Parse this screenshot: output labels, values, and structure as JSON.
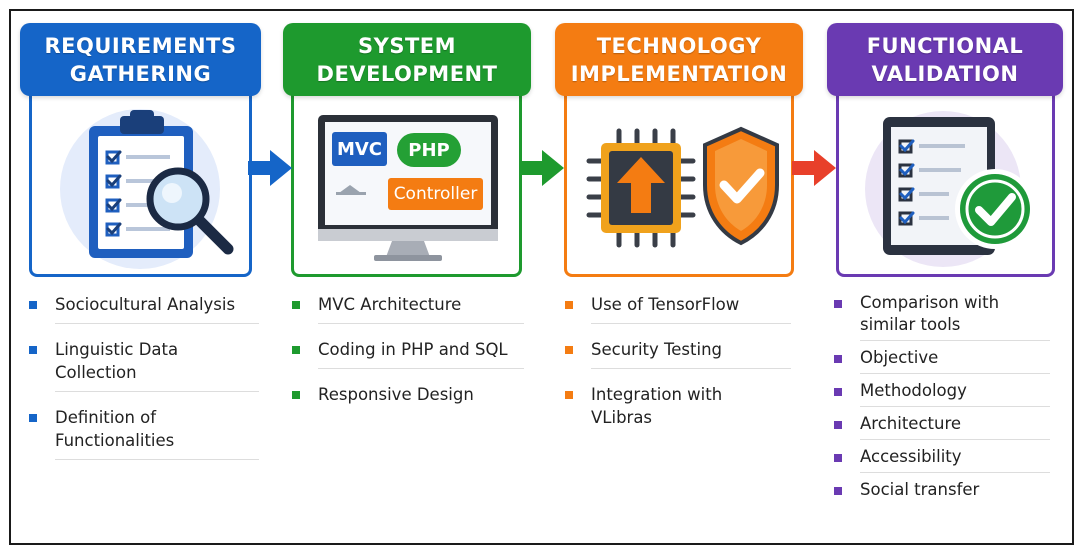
{
  "stages": [
    {
      "title_lines": [
        "REQUIREMENTS",
        "GATHERING"
      ],
      "color": "#1565c8",
      "items": [
        "Sociocultural Analysis",
        "Linguistic Data Collection",
        "Definition of Functionalities"
      ],
      "icon": "clipboard-magnifier-icon"
    },
    {
      "title_lines": [
        "SYSTEM",
        "DEVELOPMENT"
      ],
      "color": "#1e9a2e",
      "items": [
        "MVC Architecture",
        "Coding in PHP and SQL",
        "Responsive Design"
      ],
      "icon": "monitor-icon",
      "monitor_tags": [
        "MVC",
        "PHP",
        "Controller"
      ]
    },
    {
      "title_lines": [
        "TECHNOLOGY",
        "IMPLEMENTATION"
      ],
      "color": "#f47c12",
      "items": [
        "Use of TensorFlow",
        "Security Testing",
        "Integration with VLibras"
      ],
      "icon": "chip-shield-icon"
    },
    {
      "title_lines": [
        "FUNCTIONAL",
        "VALIDATION"
      ],
      "color": "#6a3ab2",
      "items": [
        "Comparison with similar tools",
        "Objective",
        "Methodology",
        "Architecture",
        "Accessibility",
        "Social transfer"
      ],
      "icon": "tablet-check-icon"
    }
  ],
  "arrow_colors": [
    "#1565c8",
    "#1e9a2e",
    "#e8402a"
  ]
}
